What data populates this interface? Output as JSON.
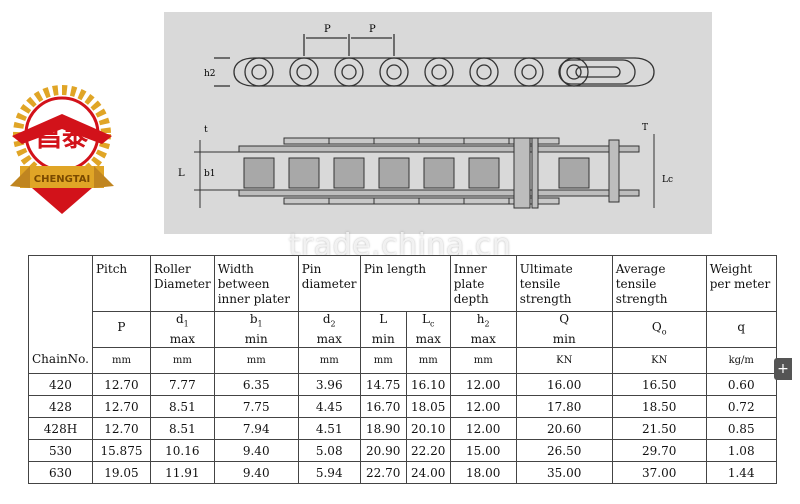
{
  "brand": {
    "chinese_name": "昌泰",
    "latin_name": "CHENGTAI"
  },
  "watermark": "trade.china.cn",
  "diagram": {
    "labels": [
      "P",
      "P",
      "h2",
      "t",
      "T",
      "L",
      "b1",
      "Lc"
    ]
  },
  "table": {
    "chain_no_label": "ChainNo.",
    "headers": [
      "Pitch",
      "Roller\nDiameter",
      "Width\nbetween\ninner\nplater",
      "Pin\ndiameter",
      "Pin length",
      "Inner\nplate\ndepth",
      "Ultimate\ntensile\nstrength",
      "Average\ntensile\nstrength",
      "Weight\nper meter"
    ],
    "symbols": [
      "P",
      "d",
      "b",
      "d",
      "L",
      "L",
      "h",
      "Q",
      "Q",
      "q"
    ],
    "symbol_subs": [
      "",
      "1",
      "1",
      "2",
      "",
      "c",
      "2",
      "",
      "o",
      ""
    ],
    "qualifiers": [
      "",
      "max",
      "min",
      "max",
      "min",
      "max",
      "max",
      "min",
      "",
      ""
    ],
    "units": [
      "mm",
      "mm",
      "mm",
      "mm",
      "mm",
      "mm",
      "mm",
      "KN",
      "KN",
      "kg/m"
    ],
    "rows": [
      [
        "420",
        "12.70",
        "7.77",
        "6.35",
        "3.96",
        "14.75",
        "16.10",
        "12.00",
        "16.00",
        "16.50",
        "0.60"
      ],
      [
        "428",
        "12.70",
        "8.51",
        "7.75",
        "4.45",
        "16.70",
        "18.05",
        "12.00",
        "17.80",
        "18.50",
        "0.72"
      ],
      [
        "428H",
        "12.70",
        "8.51",
        "7.94",
        "4.51",
        "18.90",
        "20.10",
        "12.00",
        "20.60",
        "21.50",
        "0.85"
      ],
      [
        "530",
        "15.875",
        "10.16",
        "9.40",
        "5.08",
        "20.90",
        "22.20",
        "15.00",
        "26.50",
        "29.70",
        "1.08"
      ],
      [
        "630",
        "19.05",
        "11.91",
        "9.40",
        "5.94",
        "22.70",
        "24.00",
        "18.00",
        "35.00",
        "37.00",
        "1.44"
      ]
    ]
  },
  "expand_tab": "+",
  "colors": {
    "panel": "#d9d9d9",
    "logo_red": "#d2121a",
    "logo_gold": "#e0a526",
    "table_border": "#444444"
  }
}
